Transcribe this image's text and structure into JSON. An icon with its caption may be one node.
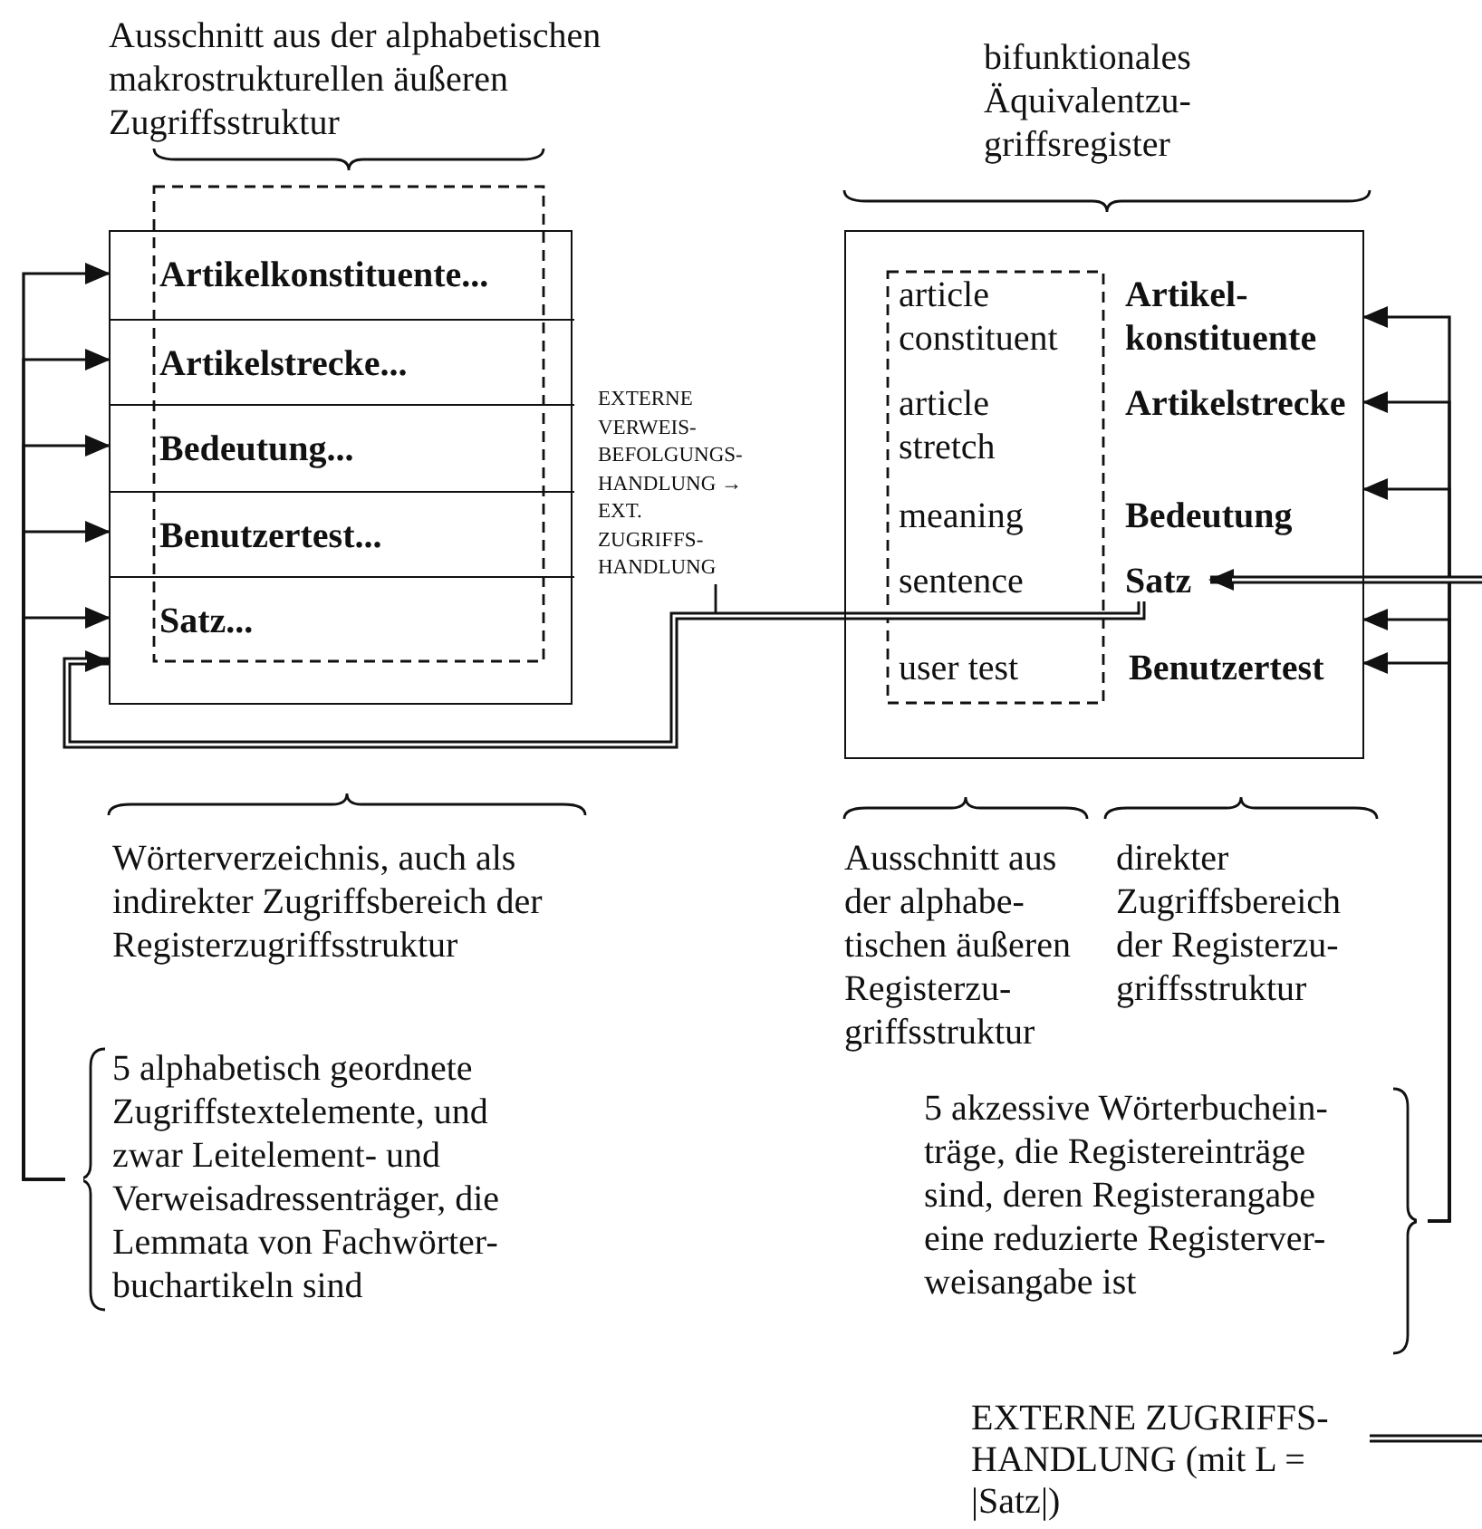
{
  "diagram": {
    "nodes": [
      {
        "text": [],
        "shape": "box"
      },
      {
        "text": [
          "Artikelkonstituente..."
        ],
        "in": 0
      },
      {
        "text": [
          "Artikelstrecke..."
        ],
        "in": 0
      },
      {
        "text": [
          "Bedeutung..."
        ],
        "in": 0
      },
      {
        "text": [
          "Benutzertest..."
        ],
        "in": 0
      },
      {
        "text": [
          "Satz..."
        ],
        "in": 0
      },
      {
        "text": [],
        "shape": "box"
      },
      {
        "text": [
          "article constituent"
        ],
        "in": 6
      },
      {
        "text": [
          "Artikel- konstituente"
        ],
        "in": 6
      },
      {
        "text": [
          "article stretch"
        ],
        "in": 6
      },
      {
        "text": [
          "Artikelstrecke"
        ],
        "in": 6
      },
      {
        "text": [
          "meaning"
        ],
        "in": 6
      },
      {
        "text": [
          "Bedeutung"
        ],
        "in": 6
      },
      {
        "text": [
          "sentence"
        ],
        "in": 6
      },
      {
        "text": [
          "Satz"
        ],
        "in": 6
      },
      {
        "text": [
          "user test"
        ],
        "in": 6
      },
      {
        "text": [
          "Benutzertest"
        ],
        "in": 6
      },
      {
        "text": [
          "5 alphabetisch geordnete Zugriffstextelemente, und zwar Leitelement- und Verweisadressenträger, die Lemmata von Fachwörter- buchartikeln sind"
        ]
      },
      {
        "text": [
          "5 akzessive Wörterbuchein- träge, die Registereinträge sind, deren Registerangabe eine reduzierte Registerver- weisangabe ist"
        ]
      },
      {
        "text": [
          "EXTERNE ZUGRIFFS- HANDLUNG (mit L = |Satz|)"
        ]
      }
    ],
    "edges": [
      {
        "from": 17,
        "to": 1,
        "arrow": "to"
      },
      {
        "from": 17,
        "to": 2,
        "arrow": "to"
      },
      {
        "from": 17,
        "to": 3,
        "arrow": "to"
      },
      {
        "from": 17,
        "to": 4,
        "arrow": "to"
      },
      {
        "from": 17,
        "to": 5,
        "arrow": "to"
      },
      {
        "from": 18,
        "to": 6,
        "arrow": "to"
      },
      {
        "from": 18,
        "to": 6,
        "arrow": "to"
      },
      {
        "from": 18,
        "to": 6,
        "arrow": "to"
      },
      {
        "from": 18,
        "to": 6,
        "arrow": "to"
      },
      {
        "from": 18,
        "to": 6,
        "arrow": "to"
      },
      {
        "from": 14,
        "to": 0,
        "arrow": "to",
        "label": "EXTERNE VERWEIS- BEFOLGUNGS- HANDLUNG → EXT. ZUGRIFFS- HANDLUNG",
        "style": "thick"
      },
      {
        "from": null,
        "to": 14,
        "arrow": "to",
        "style": "thick"
      },
      {
        "from": 19,
        "to": null,
        "arrow": "none",
        "style": "thick"
      }
    ],
    "labels": [
      "Ausschnitt aus der alphabetischen makrostrukturellen äußeren Zugriffsstruktur",
      "bifunktionales Äquivalentzu- griffsregister",
      "Wörterverzeichnis, auch als indirekter Zugriffsbereich der Registerzugriffsstruktur",
      "Ausschnitt aus der alphabe- tischen äußeren Registerzu- griffsstruktur",
      "direkter Zugriffsbereich der Registerzu- griffsstruktur"
    ]
  }
}
